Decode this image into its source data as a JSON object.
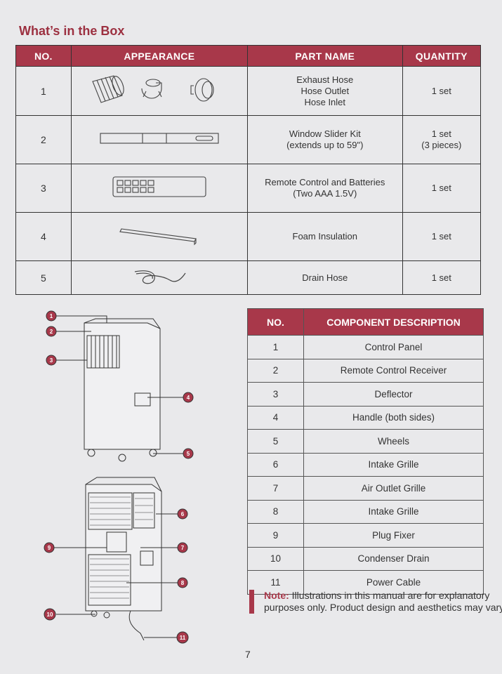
{
  "page_title": "What’s in the Box",
  "box_table": {
    "headers": [
      "NO.",
      "APPEARANCE",
      "PART NAME",
      "QUANTITY"
    ],
    "rows": [
      {
        "no": "1",
        "part_lines": [
          "Exhaust Hose",
          "Hose Outlet",
          "Hose Inlet"
        ],
        "qty_lines": [
          "1 set"
        ]
      },
      {
        "no": "2",
        "part_lines": [
          "Window Slider Kit",
          "(extends up to 59\")"
        ],
        "qty_lines": [
          "1 set",
          "(3 pieces)"
        ]
      },
      {
        "no": "3",
        "part_lines": [
          "Remote Control and Batteries",
          "(Two AAA 1.5V)"
        ],
        "qty_lines": [
          "1 set"
        ]
      },
      {
        "no": "4",
        "part_lines": [
          "Foam Insulation"
        ],
        "qty_lines": [
          "1 set"
        ]
      },
      {
        "no": "5",
        "part_lines": [
          "Drain Hose"
        ],
        "qty_lines": [
          "1 set"
        ]
      }
    ]
  },
  "component_table": {
    "headers": [
      "NO.",
      "COMPONENT DESCRIPTION"
    ],
    "rows": [
      {
        "no": "1",
        "desc": "Control Panel"
      },
      {
        "no": "2",
        "desc": "Remote Control Receiver"
      },
      {
        "no": "3",
        "desc": "Deflector"
      },
      {
        "no": "4",
        "desc": "Handle (both sides)"
      },
      {
        "no": "5",
        "desc": "Wheels"
      },
      {
        "no": "6",
        "desc": "Intake Grille"
      },
      {
        "no": "7",
        "desc": "Air Outlet Grille"
      },
      {
        "no": "8",
        "desc": "Intake Grille"
      },
      {
        "no": "9",
        "desc": "Plug Fixer"
      },
      {
        "no": "10",
        "desc": "Condenser Drain"
      },
      {
        "no": "11",
        "desc": "Power Cable"
      }
    ]
  },
  "callouts": [
    "1",
    "2",
    "3",
    "4",
    "5",
    "6",
    "7",
    "8",
    "9",
    "10",
    "11"
  ],
  "note": {
    "label": "Note:",
    "text": " Illustrations in this manual are for explanatory purposes only. Product design and aesthetics may vary."
  },
  "page_number": "7",
  "colors": {
    "accent": "#a8384a",
    "page": "#e9e9eb"
  }
}
